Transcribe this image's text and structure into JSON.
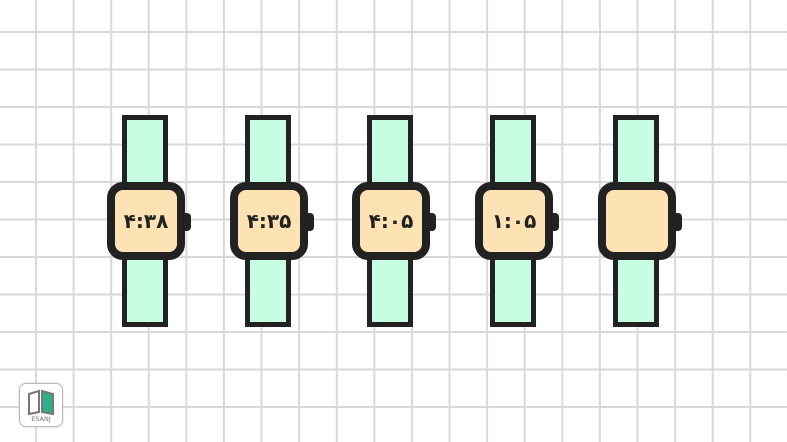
{
  "watches": [
    {
      "time": "۴:۳۸"
    },
    {
      "time": "۴:۳۵"
    },
    {
      "time": "۴:۰۵"
    },
    {
      "time": "۱:۰۵"
    },
    {
      "time": ""
    }
  ],
  "logo": {
    "text": "ESANJ"
  },
  "colors": {
    "strap": "#c6fde3",
    "face": "#fde3b3",
    "outline": "#222222",
    "grid": "#d9d9d9"
  }
}
